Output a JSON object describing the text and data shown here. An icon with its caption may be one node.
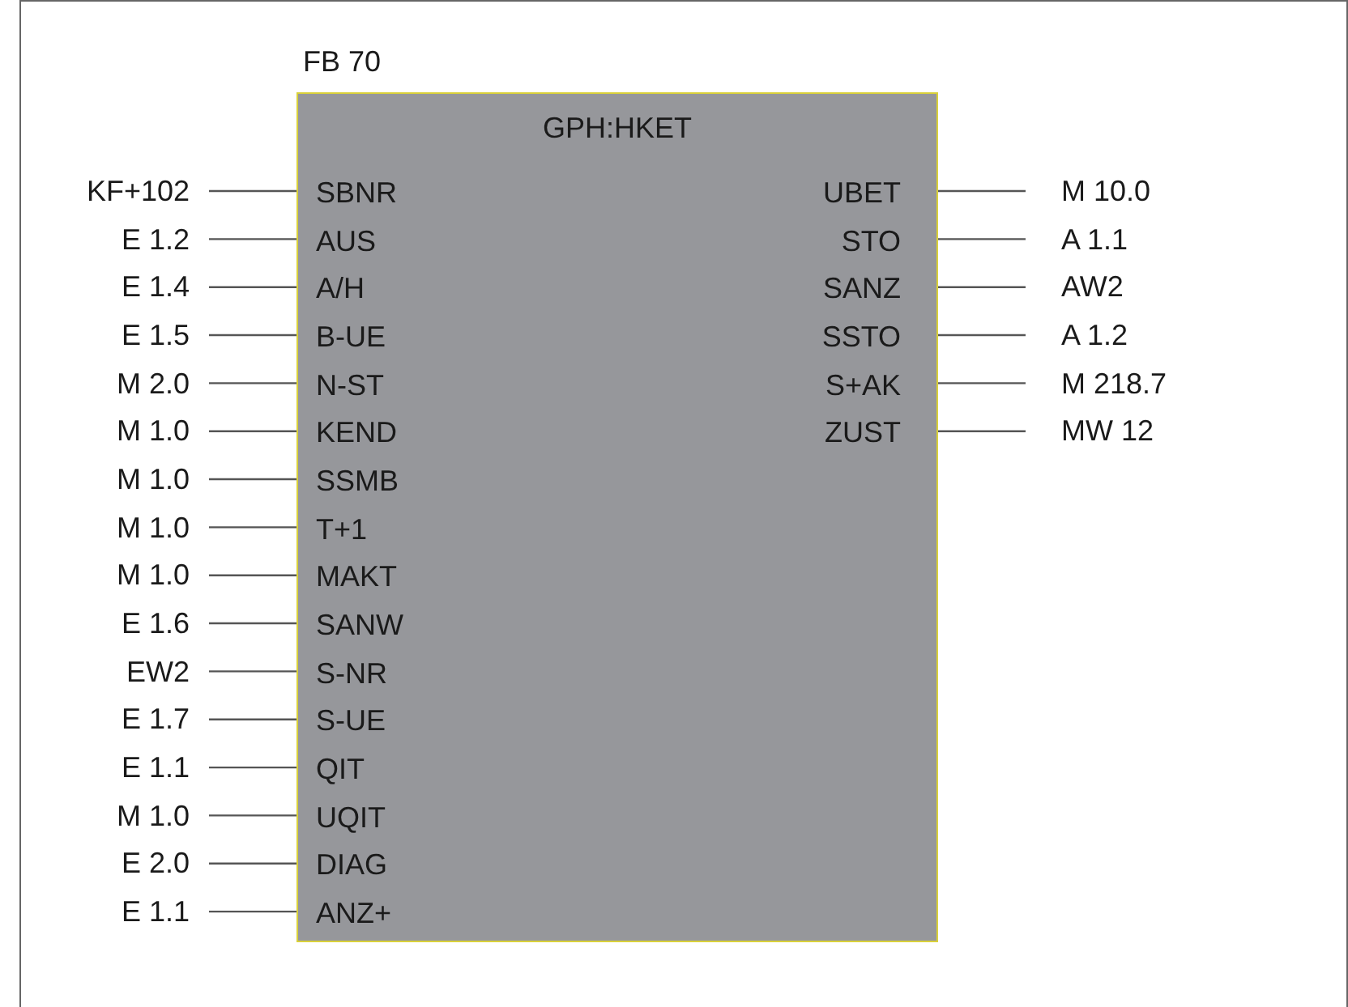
{
  "diagram": {
    "nodes": [
      {
        "text": [
          "FB 70",
          "GPH:HKET"
        ]
      },
      {
        "text": [
          "KF+102"
        ]
      },
      {
        "text": [
          "SBNR"
        ],
        "in": 0
      },
      {
        "text": [
          "UBET"
        ],
        "in": 0
      },
      {
        "text": [
          "M 10.0"
        ]
      },
      {
        "text": [
          "E 1.2"
        ]
      },
      {
        "text": [
          "AUS"
        ],
        "in": 0
      },
      {
        "text": [
          "STO"
        ],
        "in": 0
      },
      {
        "text": [
          "A 1.1"
        ]
      },
      {
        "text": [
          "E 1.4"
        ]
      },
      {
        "text": [
          "A/H"
        ],
        "in": 0
      },
      {
        "text": [
          "SANZ"
        ],
        "in": 0
      },
      {
        "text": [
          "AW2"
        ]
      },
      {
        "text": [
          "E 1.5"
        ]
      },
      {
        "text": [
          "B-UE"
        ],
        "in": 0
      },
      {
        "text": [
          "SSTO"
        ],
        "in": 0
      },
      {
        "text": [
          "A 1.2"
        ]
      },
      {
        "text": [
          "M 2.0"
        ]
      },
      {
        "text": [
          "N-ST"
        ],
        "in": 0
      },
      {
        "text": [
          "S+AK"
        ],
        "in": 0
      },
      {
        "text": [
          "M 218.7"
        ]
      },
      {
        "text": [
          "M 1.0"
        ]
      },
      {
        "text": [
          "KEND"
        ],
        "in": 0
      },
      {
        "text": [
          "ZUST"
        ],
        "in": 0
      },
      {
        "text": [
          "MW 12"
        ]
      },
      {
        "text": [
          "M 1.0"
        ]
      },
      {
        "text": [
          "SSMB"
        ],
        "in": 0
      },
      {
        "text": [
          "M 1.0"
        ]
      },
      {
        "text": [
          "T+1"
        ],
        "in": 0
      },
      {
        "text": [
          "M 1.0"
        ]
      },
      {
        "text": [
          "MAKT"
        ],
        "in": 0
      },
      {
        "text": [
          "E 1.6"
        ]
      },
      {
        "text": [
          "SANW"
        ],
        "in": 0
      },
      {
        "text": [
          "EW2"
        ]
      },
      {
        "text": [
          "S-NR"
        ],
        "in": 0
      },
      {
        "text": [
          "E 1.7"
        ]
      },
      {
        "text": [
          "S-UE"
        ],
        "in": 0
      },
      {
        "text": [
          "E 1.1"
        ]
      },
      {
        "text": [
          "QIT"
        ],
        "in": 0
      },
      {
        "text": [
          "M 1.0"
        ]
      },
      {
        "text": [
          "UQIT"
        ],
        "in": 0
      },
      {
        "text": [
          "E 2.0"
        ]
      },
      {
        "text": [
          "DIAG"
        ],
        "in": 0
      },
      {
        "text": [
          "E 1.1"
        ]
      },
      {
        "text": [
          "ANZ+"
        ],
        "in": 0
      }
    ],
    "edges": [
      {
        "from": 1,
        "to": 2,
        "arrow": "none"
      },
      {
        "from": 3,
        "to": 4,
        "arrow": "none"
      },
      {
        "from": 5,
        "to": 6,
        "arrow": "none"
      },
      {
        "from": 7,
        "to": 8,
        "arrow": "none"
      },
      {
        "from": 9,
        "to": 10,
        "arrow": "none"
      },
      {
        "from": 11,
        "to": 12,
        "arrow": "none"
      },
      {
        "from": 13,
        "to": 14,
        "arrow": "none"
      },
      {
        "from": 15,
        "to": 16,
        "arrow": "none"
      },
      {
        "from": 17,
        "to": 18,
        "arrow": "none"
      },
      {
        "from": 19,
        "to": 20,
        "arrow": "none"
      },
      {
        "from": 21,
        "to": 22,
        "arrow": "none"
      },
      {
        "from": 23,
        "to": 24,
        "arrow": "none"
      },
      {
        "from": 25,
        "to": 26,
        "arrow": "none"
      },
      {
        "from": 27,
        "to": 28,
        "arrow": "none"
      },
      {
        "from": 29,
        "to": 30,
        "arrow": "none"
      },
      {
        "from": 31,
        "to": 32,
        "arrow": "none"
      },
      {
        "from": 33,
        "to": 34,
        "arrow": "none"
      },
      {
        "from": 35,
        "to": 36,
        "arrow": "none"
      },
      {
        "from": 37,
        "to": 38,
        "arrow": "none"
      },
      {
        "from": 39,
        "to": 40,
        "arrow": "none"
      },
      {
        "from": 41,
        "to": 42,
        "arrow": "none"
      },
      {
        "from": 43,
        "to": 44,
        "arrow": "none"
      }
    ]
  }
}
